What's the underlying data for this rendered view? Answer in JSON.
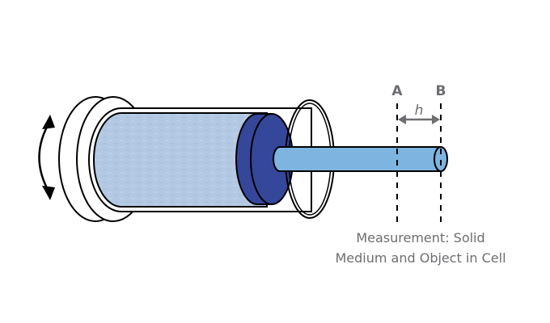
{
  "diagram": {
    "labels": {
      "position_a": "A",
      "position_b": "B",
      "distance": "h"
    },
    "caption": {
      "line1": "Measurement: Solid",
      "line2": "Medium and Object  in Cell"
    },
    "colors": {
      "medium_fill": "#b3c9e3",
      "piston_fill": "#35479b",
      "rod_fill": "#7db4e0",
      "outline": "#000000",
      "label_text": "#6d6e71"
    }
  }
}
